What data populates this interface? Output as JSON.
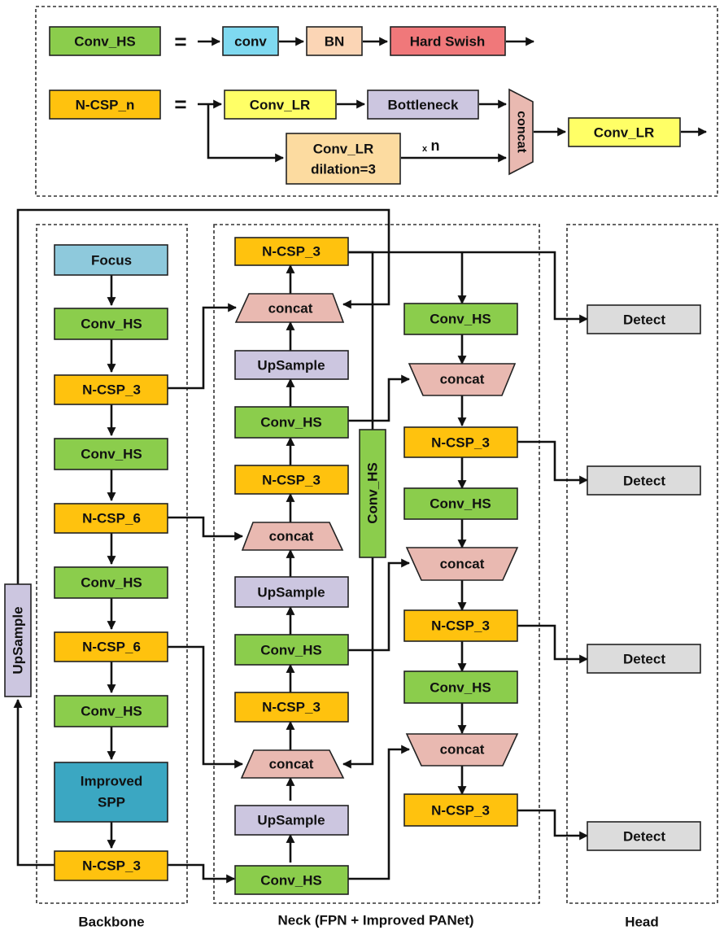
{
  "colors": {
    "conv_hs": "#8bcd4c",
    "ncsp": "#ffc20e",
    "conv": "#7fd9f0",
    "bn": "#fbd5b5",
    "hard_swish": "#f0787a",
    "conv_lr": "#ffff66",
    "conv_lr_dilation": "#fcdba0",
    "bottleneck": "#ccc6e0",
    "concat": "#e9b9b1",
    "upsample": "#ccc6e0",
    "focus": "#8ec9dc",
    "spp": "#3ba7c2",
    "detect": "#dcdcdc"
  },
  "legend": {
    "conv_hs": "Conv_HS",
    "equals": "=",
    "conv": "conv",
    "bn": "BN",
    "hard_swish": "Hard Swish",
    "ncsp_n": "N-CSP_n",
    "conv_lr": "Conv_LR",
    "bottleneck": "Bottleneck",
    "conv_lr_dilation_1": "Conv_LR",
    "conv_lr_dilation_2": "dilation=3",
    "times": "x",
    "n": "n",
    "concat": "concat",
    "conv_lr_out": "Conv_LR"
  },
  "backbone": {
    "title": "Backbone",
    "focus": "Focus",
    "conv_hs": "Conv_HS",
    "ncsp_3": "N-CSP_3",
    "ncsp_6": "N-CSP_6",
    "spp_1": "Improved",
    "spp_2": "SPP",
    "upsample": "UpSample"
  },
  "neck": {
    "title": "Neck (FPN + Improved PANet)",
    "ncsp_3": "N-CSP_3",
    "concat": "concat",
    "upsample": "UpSample",
    "conv_hs": "Conv_HS"
  },
  "head": {
    "title": "Head",
    "detect": "Detect"
  }
}
